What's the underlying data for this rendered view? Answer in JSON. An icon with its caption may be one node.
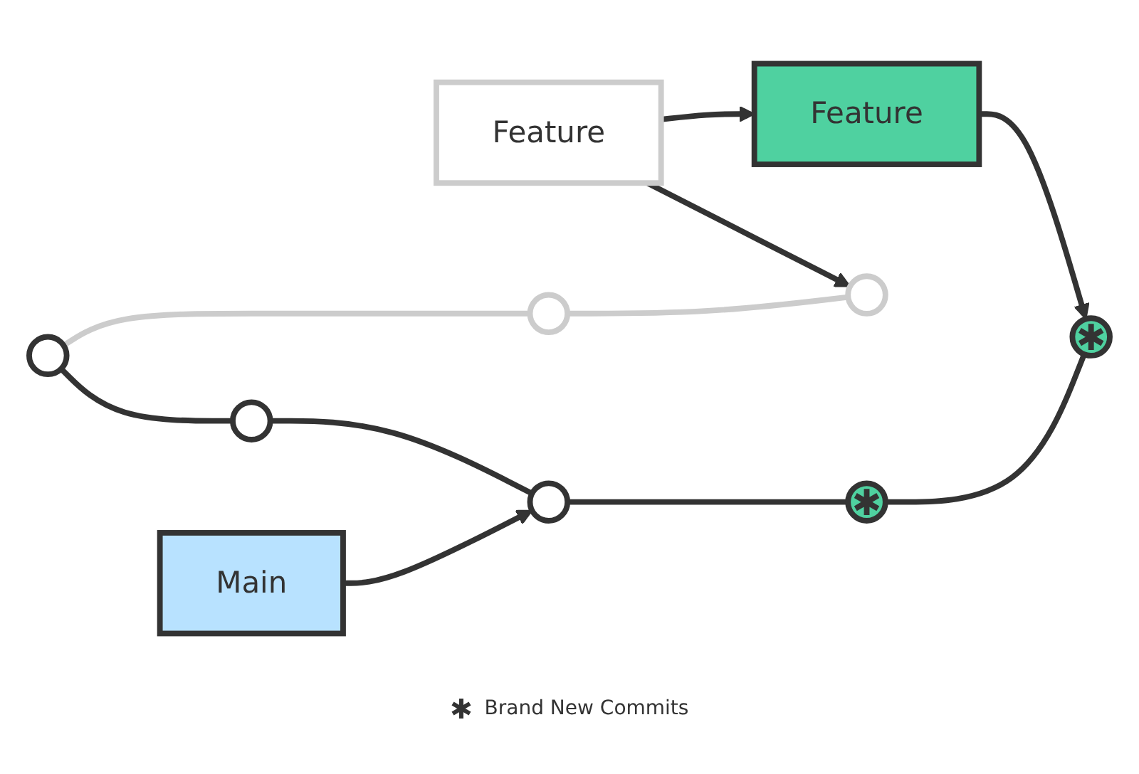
{
  "diagram": {
    "nodes": [
      {
        "text": [
          "Feature"
        ]
      },
      {
        "text": [
          "Feature"
        ]
      },
      {
        "text": [],
        "shape": "circle"
      },
      {
        "text": [],
        "shape": "circle"
      },
      {
        "text": [],
        "shape": "circle"
      },
      {
        "text": [],
        "shape": "circle"
      },
      {
        "text": [],
        "shape": "circle"
      },
      {
        "text": [],
        "shape": "circle"
      },
      {
        "text": [],
        "shape": "circle"
      },
      {
        "text": [
          "Main"
        ]
      }
    ],
    "edges": [
      {
        "from": 0,
        "to": 1,
        "arrow": "to"
      },
      {
        "from": 0,
        "to": 3,
        "arrow": "to"
      },
      {
        "from": 1,
        "to": 5,
        "arrow": "to"
      },
      {
        "from": 6,
        "to": 2,
        "arrow": "none",
        "color": "#cccccc"
      },
      {
        "from": 2,
        "to": 3,
        "arrow": "none",
        "color": "#cccccc"
      },
      {
        "from": 6,
        "to": 7,
        "arrow": "none"
      },
      {
        "from": 7,
        "to": 8,
        "arrow": "none"
      },
      {
        "from": 8,
        "to": 4,
        "arrow": "none"
      },
      {
        "from": 4,
        "to": 5,
        "arrow": "none"
      },
      {
        "from": 9,
        "to": 8,
        "arrow": "to"
      }
    ],
    "legend": [
      {
        "text": "Brand New Commits"
      }
    ]
  }
}
